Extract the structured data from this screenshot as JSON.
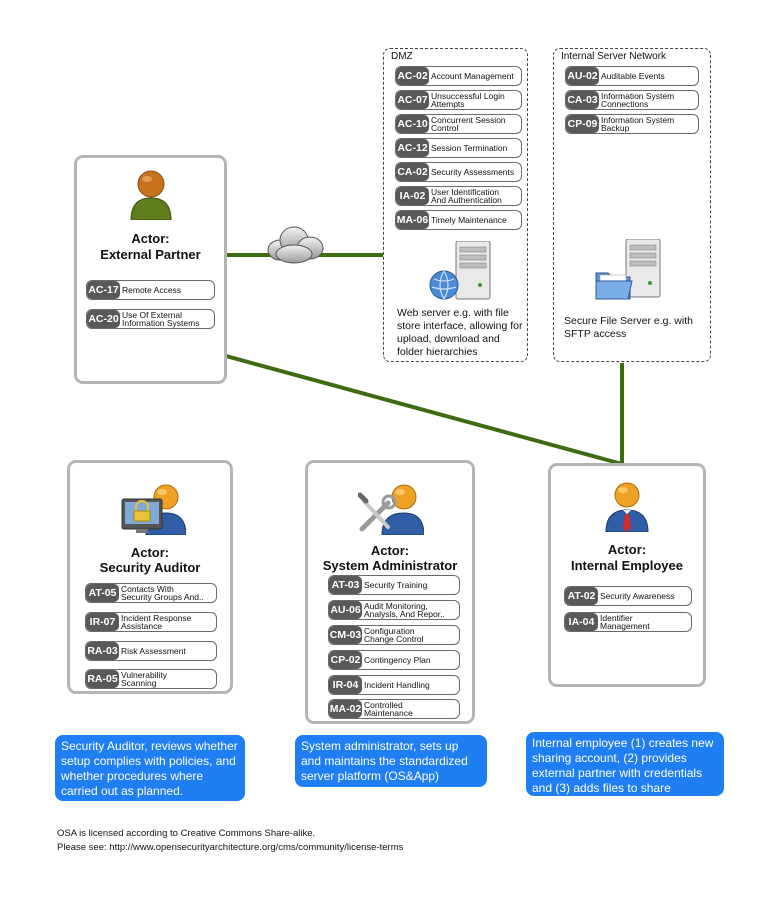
{
  "zones": {
    "dmz": {
      "label": "DMZ",
      "description": "Web server e.g. with file store interface, allowing for upload, download and folder hierarchies",
      "controls": [
        {
          "code": "AC-02",
          "label": "Account Management"
        },
        {
          "code": "AC-07",
          "label": "Unsuccessful Login\nAttempts"
        },
        {
          "code": "AC-10",
          "label": "Concurrent Session\nControl"
        },
        {
          "code": "AC-12",
          "label": "Session Termination"
        },
        {
          "code": "CA-02",
          "label": "Security Assessments"
        },
        {
          "code": "IA-02",
          "label": "User Identification\nAnd Authentication"
        },
        {
          "code": "MA-06",
          "label": "Timely Maintenance"
        }
      ],
      "icon": "web-server-icon"
    },
    "internal": {
      "label": "Internal Server Network",
      "description": "Secure File Server e.g. with SFTP access",
      "controls": [
        {
          "code": "AU-02",
          "label": "Auditable Events"
        },
        {
          "code": "CA-03",
          "label": "Information System\nConnections"
        },
        {
          "code": "CP-09",
          "label": "Information System\nBackup"
        }
      ],
      "icon": "file-server-icon"
    }
  },
  "actors": {
    "external_partner": {
      "title_line1": "Actor:",
      "title_line2": "External Partner",
      "controls": [
        {
          "code": "AC-17",
          "label": "Remote Access"
        },
        {
          "code": "AC-20",
          "label": "Use Of External\nInformation Systems"
        }
      ],
      "icon": "person-green-icon"
    },
    "security_auditor": {
      "title_line1": "Actor:",
      "title_line2": "Security Auditor",
      "controls": [
        {
          "code": "AT-05",
          "label": "Contacts With\nSecurity Groups And.."
        },
        {
          "code": "IR-07",
          "label": "Incident Response\nAssistance"
        },
        {
          "code": "RA-03",
          "label": "Risk Assessment"
        },
        {
          "code": "RA-05",
          "label": "Vulnerability\nScanning"
        }
      ],
      "icon": "person-monitor-lock-icon"
    },
    "system_administrator": {
      "title_line1": "Actor:",
      "title_line2": "System Administrator",
      "controls": [
        {
          "code": "AT-03",
          "label": "Security Training"
        },
        {
          "code": "AU-06",
          "label": "Audit Monitoring,\nAnalysis, And Repor.."
        },
        {
          "code": "CM-03",
          "label": "Configuration\nChange Control"
        },
        {
          "code": "CP-02",
          "label": "Contingency Plan"
        },
        {
          "code": "IR-04",
          "label": "Incident Handling"
        },
        {
          "code": "MA-02",
          "label": "Controlled\nMaintenance"
        }
      ],
      "icon": "person-tools-icon"
    },
    "internal_employee": {
      "title_line1": "Actor:",
      "title_line2": "Internal Employee",
      "controls": [
        {
          "code": "AT-02",
          "label": "Security Awareness"
        },
        {
          "code": "IA-04",
          "label": "Identifier\nManagement"
        }
      ],
      "icon": "person-tie-icon"
    }
  },
  "notes": {
    "auditor": "Security Auditor, reviews whether setup complies with policies, and whether procedures where carried out as planned.",
    "admin": "System administrator, sets up and maintains the standardized server platform (OS&App)",
    "employee": "Internal employee (1) creates new sharing account,  (2) provides external partner with credentials and (3) adds files to share"
  },
  "license": {
    "line1": "OSA is licensed according to Creative Commons Share-alike.",
    "line2": "Please see: http://www.opensecurityarchitecture.org/cms/community/license-terms"
  },
  "colors": {
    "connector": "#3d6b0f",
    "note_bg": "#1f7ef2",
    "code_bg": "#595959",
    "actor_border": "#b5b5b5"
  }
}
